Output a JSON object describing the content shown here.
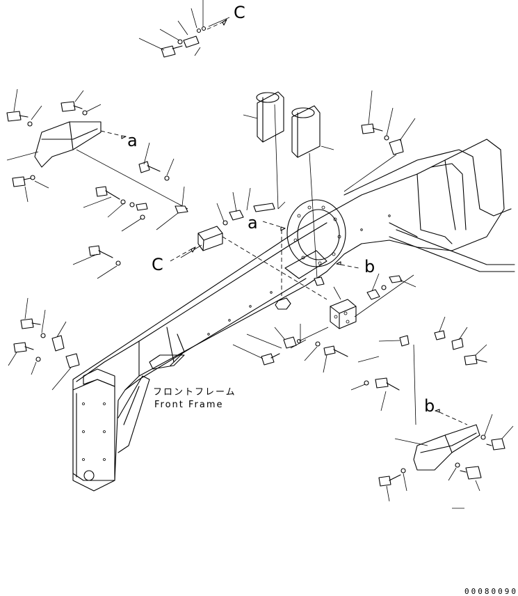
{
  "labels": {
    "view_c_top": "C",
    "view_a_left": "a",
    "view_a_center": "a",
    "view_c_left": "C",
    "view_b_center": "b",
    "view_b_right": "b"
  },
  "caption": {
    "jp": "フロントフレーム",
    "en": "Front Frame"
  },
  "drawing_code": "00080090"
}
